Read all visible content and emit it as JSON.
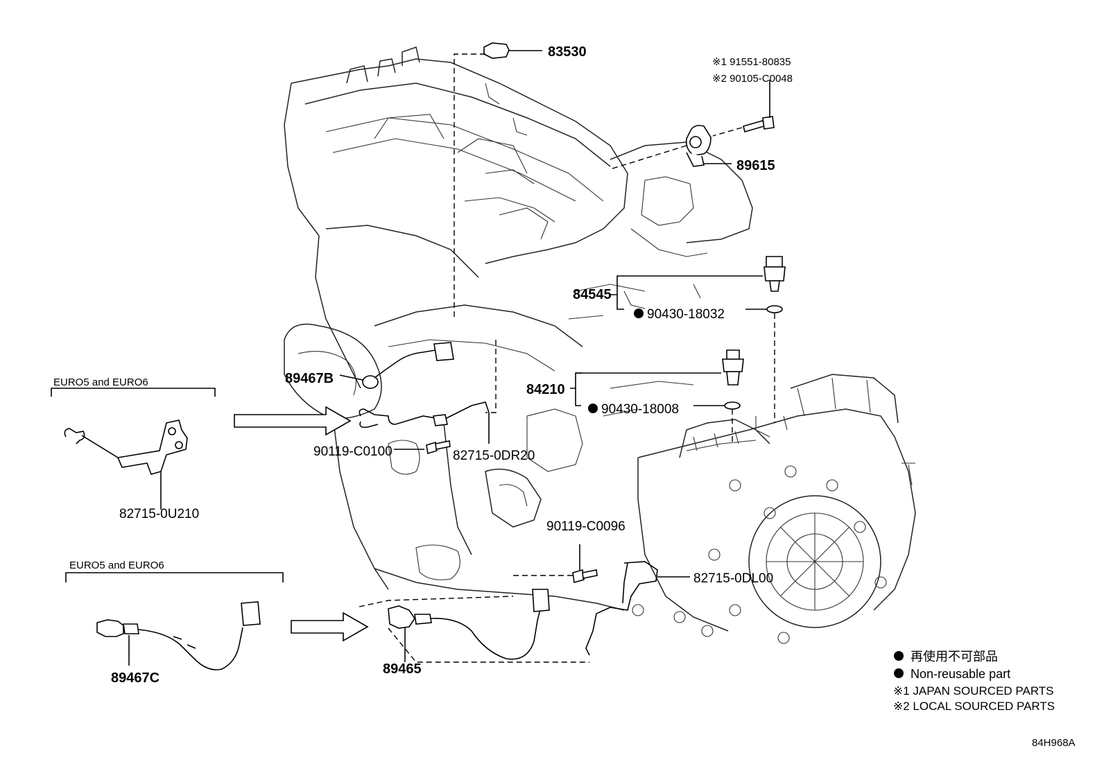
{
  "parts": {
    "p83530": "83530",
    "p91551_80835": "※1 91551-80835",
    "p90105_c0048": "※2 90105-C0048",
    "p89615": "89615",
    "p84545": "84545",
    "p90430_18032": "90430-18032",
    "p84210": "84210",
    "p90430_18008": "90430-18008",
    "p89467b": "89467B",
    "p90119_c0100": "90119-C0100",
    "p82715_0dr20": "82715-0DR20",
    "p82715_0u210": "82715-0U210",
    "p90119_c0096": "90119-C0096",
    "p82715_0dl00": "82715-0DL00",
    "p89465": "89465",
    "p89467c": "89467C"
  },
  "groups": {
    "euro_top": "EURO5 and EURO6",
    "euro_bottom": "EURO5 and EURO6"
  },
  "legend": {
    "non_reusable_jp": "再使用不可部品",
    "non_reusable_en": "Non-reusable part",
    "note1": "※1 JAPAN SOURCED PARTS",
    "note2": "※2 LOCAL SOURCED PARTS"
  },
  "figure_id": "84H968A"
}
